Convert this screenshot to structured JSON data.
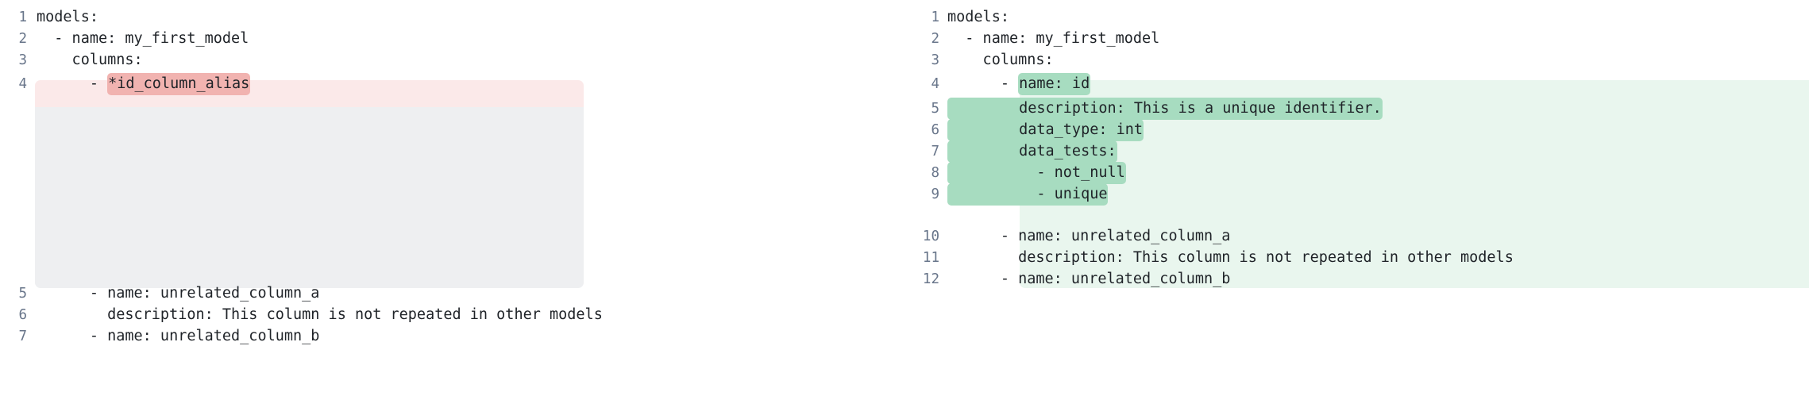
{
  "view": {
    "type": "side-by-side-diff",
    "colors": {
      "removed_block_bg": "#fbe9e9",
      "removed_filler_bg": "#eeeff1",
      "removed_inline_hl": "#f1b3b0",
      "added_block_bg": "#e9f6ee",
      "added_inline_hl": "#a7dcc0",
      "line_number": "#68758a",
      "code_text": "#1f2328",
      "page_bg": "#ffffff"
    }
  },
  "left_pane": {
    "name": "before",
    "lines": [
      {
        "number": "1",
        "text": "models:"
      },
      {
        "number": "2",
        "text": "  - name: my_first_model"
      },
      {
        "number": "3",
        "text": "    columns:"
      },
      {
        "number": "4",
        "pre": "      - ",
        "hl": "*id_column_alias",
        "post": ""
      },
      {
        "number": "5",
        "text": "      - name: unrelated_column_a"
      },
      {
        "number": "6",
        "text": "        description: This column is not repeated in other models"
      },
      {
        "number": "7",
        "text": "      - name: unrelated_column_b"
      }
    ]
  },
  "right_pane": {
    "name": "after",
    "lines": [
      {
        "number": "1",
        "text": "models:"
      },
      {
        "number": "2",
        "text": "  - name: my_first_model"
      },
      {
        "number": "3",
        "text": "    columns:"
      },
      {
        "number": "4",
        "pre": "      - ",
        "hl": "name: id",
        "post": ""
      },
      {
        "number": "5",
        "pre": "",
        "hl": "        description: This is a unique identifier.",
        "post": ""
      },
      {
        "number": "6",
        "pre": "",
        "hl": "        data_type: int",
        "post": ""
      },
      {
        "number": "7",
        "pre": "",
        "hl": "        data_tests:",
        "post": ""
      },
      {
        "number": "8",
        "pre": "",
        "hl": "          - not_null",
        "post": ""
      },
      {
        "number": "9",
        "pre": "",
        "hl": "          - unique",
        "post": ""
      },
      {
        "number": "10",
        "text": "      - name: unrelated_column_a"
      },
      {
        "number": "11",
        "text": "        description: This column is not repeated in other models"
      },
      {
        "number": "12",
        "text": "      - name: unrelated_column_b"
      }
    ]
  }
}
